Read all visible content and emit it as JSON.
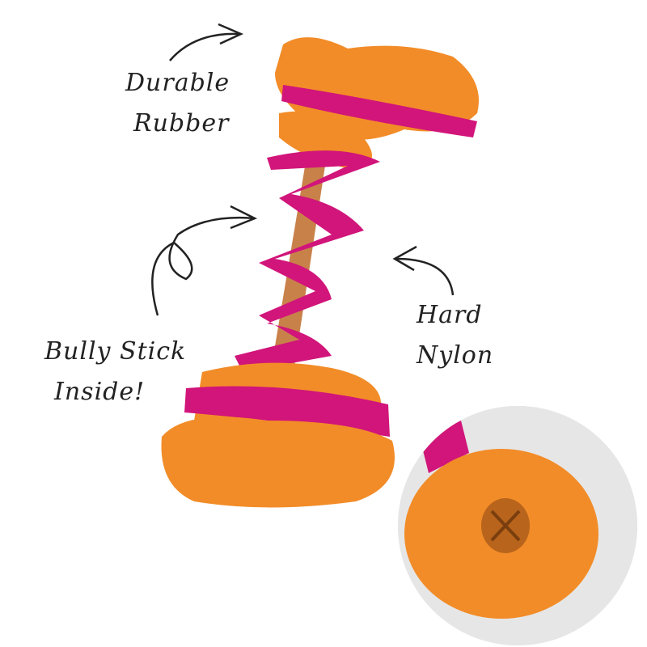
{
  "labels": {
    "rubber": {
      "line1": "Durable",
      "line2": "Rubber"
    },
    "bully": {
      "line1": "Bully Stick",
      "line2": "Inside!"
    },
    "nylon": {
      "line1": "Hard",
      "line2": "Nylon"
    }
  },
  "colors": {
    "orange": "#f28c28",
    "magenta": "#d1157a",
    "stick": "#c9814a",
    "ink": "#222222"
  }
}
